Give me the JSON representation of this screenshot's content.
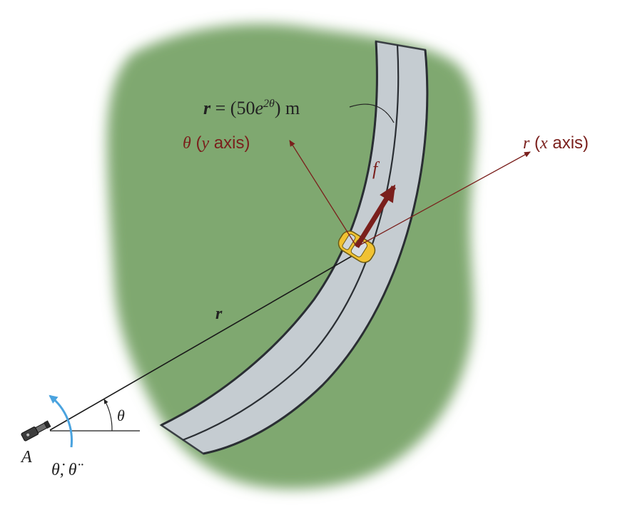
{
  "diagram": {
    "path_equation": {
      "lhs": "r",
      "equals": " = (50",
      "e": "e",
      "exponent": "2θ",
      "unit": ") m"
    },
    "labels": {
      "r_axis_symbol": "r",
      "r_axis_text": " (x axis)",
      "r_axis_var": "x",
      "theta_axis_symbol": "θ",
      "theta_axis_text": " (y axis)",
      "theta_axis_var": "y",
      "force": "f",
      "radius": "r",
      "angle": "θ",
      "point_A": "A",
      "rates": "θ̇, θ̈"
    },
    "colors": {
      "terrain": "#7fa86f",
      "road": "#c5ccd1",
      "road_edge": "#3a3f44",
      "vector": "#7a1f1c",
      "rotation_arrow": "#4aa3df",
      "car": "#f1c232",
      "text": "#222222"
    },
    "icons": {
      "car": "car-icon",
      "camera": "radar-camera-icon"
    }
  }
}
